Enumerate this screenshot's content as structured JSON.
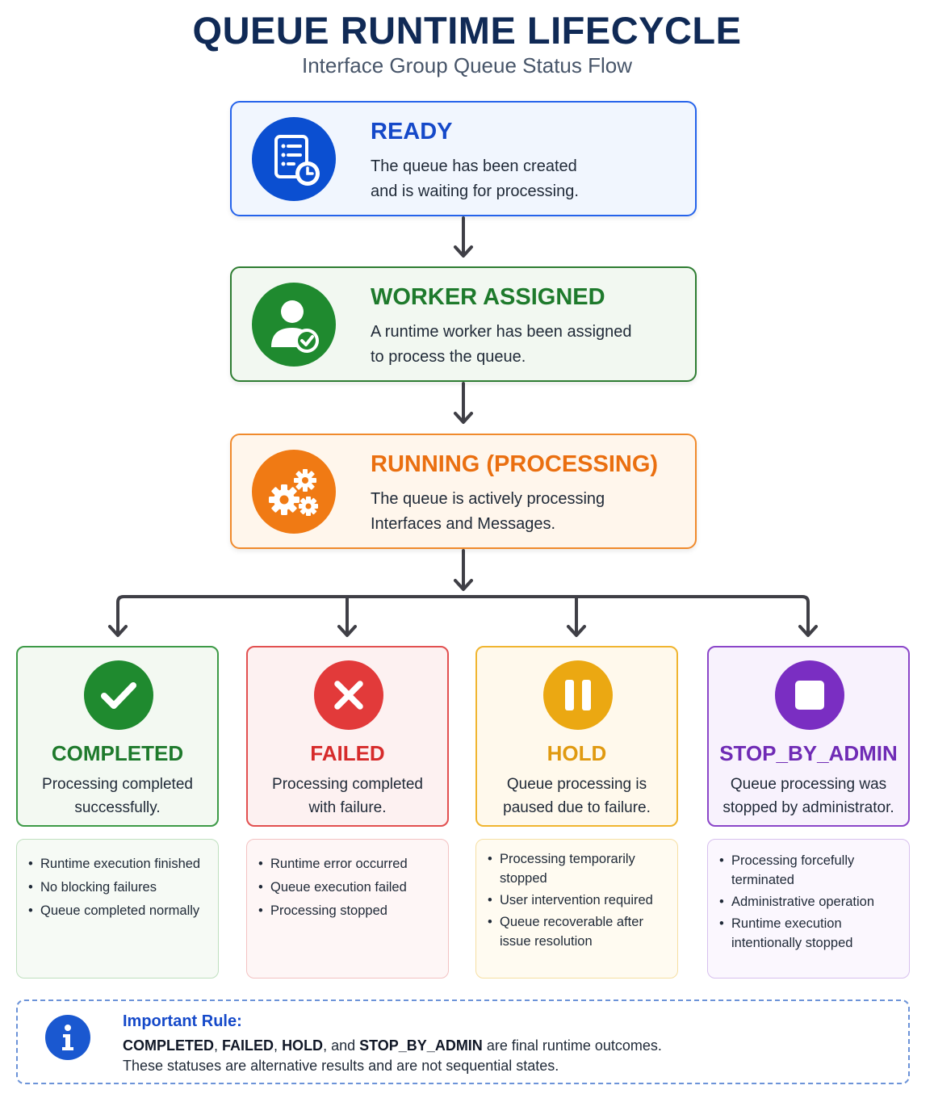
{
  "header": {
    "title": "QUEUE RUNTIME LIFECYCLE",
    "subtitle": "Interface Group Queue Status Flow"
  },
  "stages": [
    {
      "key": "ready",
      "icon": "document-clock-icon",
      "title": "READY",
      "desc_line1": "The queue has been created",
      "desc_line2": "and is waiting for processing.",
      "color": "#1549c9"
    },
    {
      "key": "worker_assigned",
      "icon": "user-check-icon",
      "title": "WORKER ASSIGNED",
      "desc_line1": "A runtime worker has been assigned",
      "desc_line2": "to process the queue.",
      "color": "#1e7a2c"
    },
    {
      "key": "running",
      "icon": "gears-icon",
      "title": "RUNNING (PROCESSING)",
      "desc_line1": "The queue is actively processing",
      "desc_line2": "Interfaces and Messages.",
      "color": "#ea6f10"
    }
  ],
  "outcomes": [
    {
      "key": "completed",
      "icon": "checkmark-icon",
      "title": "COMPLETED",
      "desc_line1": "Processing completed",
      "desc_line2": "successfully.",
      "details": [
        "Runtime execution finished",
        "No blocking failures",
        "Queue completed normally"
      ],
      "color": "#1e7a2c"
    },
    {
      "key": "failed",
      "icon": "x-mark-icon",
      "title": "FAILED",
      "desc_line1": "Processing completed",
      "desc_line2": "with failure.",
      "details": [
        "Runtime error occurred",
        "Queue execution failed",
        "Processing stopped"
      ],
      "color": "#d62b2b"
    },
    {
      "key": "hold",
      "icon": "pause-icon",
      "title": "HOLD",
      "desc_line1": "Queue processing is",
      "desc_line2": "paused due to failure.",
      "details": [
        "Processing temporarily stopped",
        "User intervention required",
        "Queue recoverable after issue resolution"
      ],
      "color": "#e09a10"
    },
    {
      "key": "stop_by_admin",
      "icon": "stop-icon",
      "title": "STOP_BY_ADMIN",
      "desc_line1": "Queue processing was",
      "desc_line2": "stopped by administrator.",
      "details": [
        "Processing forcefully terminated",
        "Administrative operation",
        "Runtime execution intentionally stopped"
      ],
      "color": "#6f2bb5"
    }
  ],
  "rule": {
    "icon": "info-icon",
    "title": "Important Rule:",
    "bold1": "COMPLETED",
    "sep1": ", ",
    "bold2": "FAILED",
    "sep2": ", ",
    "bold3": "HOLD",
    "sep3": ", and ",
    "bold4": "STOP_BY_ADMIN",
    "line1_tail": " are final runtime outcomes.",
    "line2": "These statuses are alternative results and are not sequential states."
  }
}
